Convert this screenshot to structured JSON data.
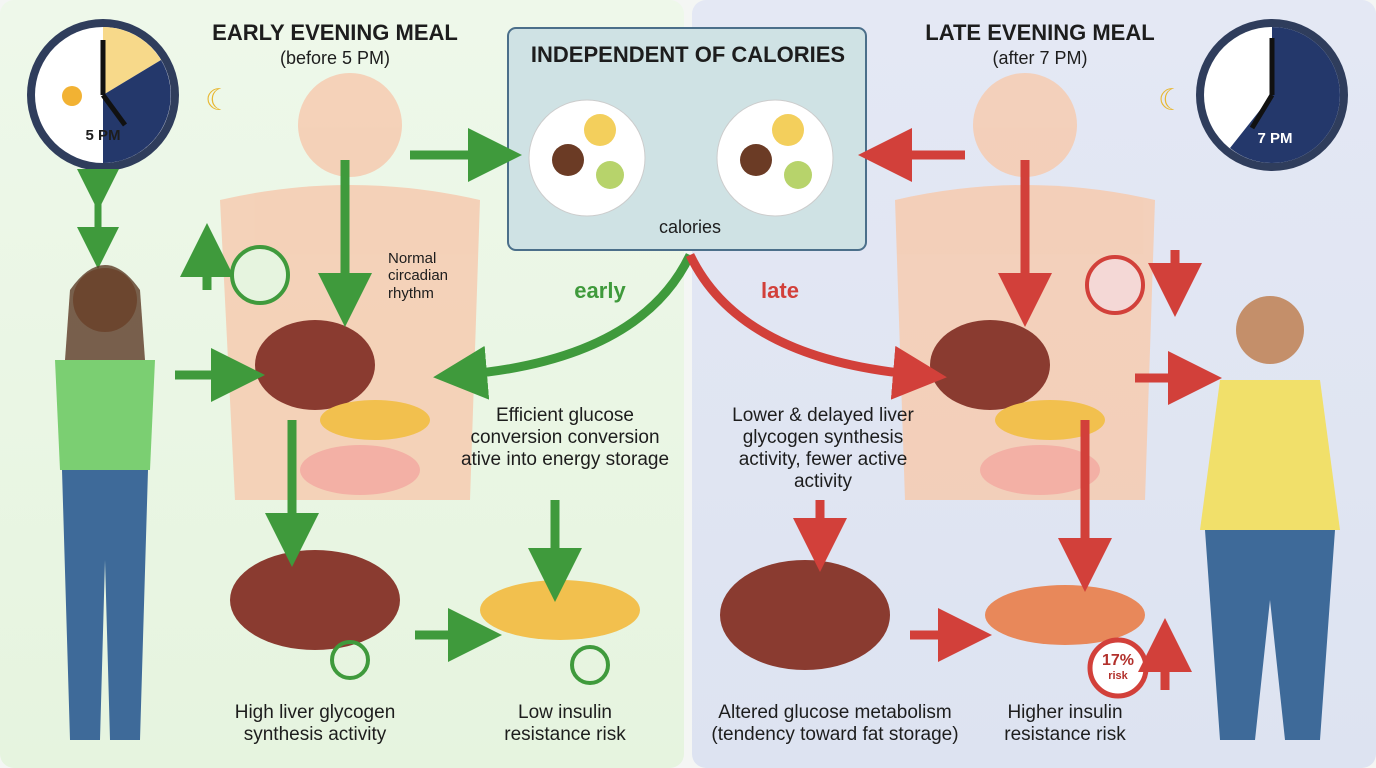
{
  "left": {
    "title": "EARLY EVENING MEAL",
    "subtitle": "(before 5 PM)",
    "clock_label": "5 PM",
    "rhythm_note": "Normal circadian rhythm",
    "path_label": "early",
    "process_text": "Efficient glucose conversion conversion ative into energy storage",
    "outcome_liver": "High liver glycogen synthesis activity",
    "outcome_pancreas": "Low insulin resistance risk"
  },
  "center": {
    "title": "INDEPENDENT OF CALORIES",
    "caption": "calories"
  },
  "right": {
    "title": "LATE EVENING MEAL",
    "subtitle": "(after 7 PM)",
    "clock_label": "7 PM",
    "path_label": "late",
    "process_text": "Lower & delayed liver glycogen synthesis activity, fewer active activity",
    "outcome_liver": "Altered glucose metabolism (tendency toward fat storage)",
    "outcome_pancreas": "Higher insulin resistance risk",
    "risk_value": "17%",
    "risk_label": "risk"
  },
  "colors": {
    "green": "#3f9a3c",
    "red": "#d2403a",
    "clock_night": "#24386b"
  }
}
